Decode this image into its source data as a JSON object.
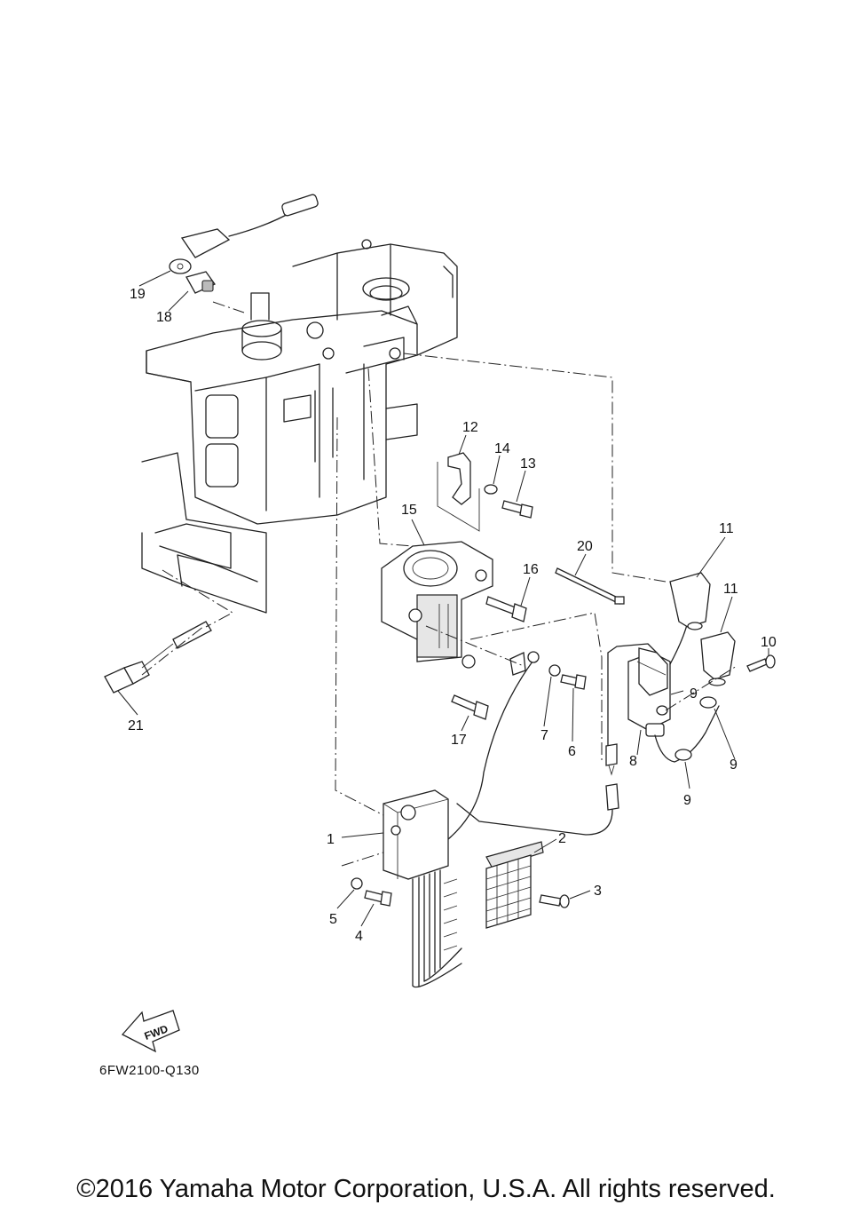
{
  "diagram": {
    "callouts": [
      "1",
      "2",
      "3",
      "4",
      "5",
      "6",
      "7",
      "8",
      "9",
      "9",
      "9",
      "10",
      "11",
      "11",
      "12",
      "13",
      "14",
      "15",
      "16",
      "17",
      "18",
      "19",
      "20",
      "21"
    ],
    "fwd_label": "FWD",
    "diagram_code": "6FW2100-Q130"
  },
  "footer": {
    "copyright": "©2016 Yamaha Motor Corporation, U.S.A. All rights reserved."
  }
}
